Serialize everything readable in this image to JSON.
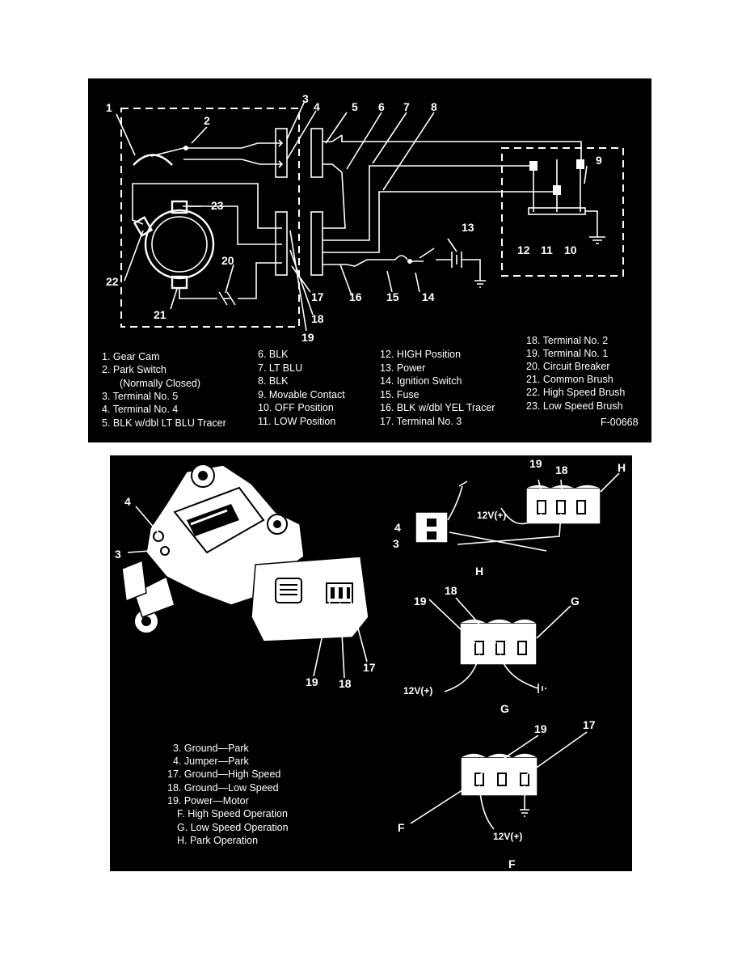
{
  "top_diagram": {
    "callouts": [
      "1",
      "2",
      "3",
      "4",
      "5",
      "6",
      "7",
      "8",
      "9",
      "10",
      "11",
      "12",
      "13",
      "14",
      "15",
      "16",
      "17",
      "18",
      "19",
      "20",
      "21",
      "22",
      "23"
    ],
    "legend_col1": [
      "1. Gear Cam",
      "2. Park Switch",
      "(Normally Closed)",
      "3. Terminal No. 5",
      "4. Terminal No. 4",
      "5. BLK w/dbl LT BLU Tracer"
    ],
    "legend_col2": [
      "6. BLK",
      "7. LT BLU",
      "8. BLK",
      "9. Movable Contact",
      "10. OFF Position",
      "11. LOW Position"
    ],
    "legend_col3": [
      "12. HIGH Position",
      "13. Power",
      "14. Ignition Switch",
      "15. Fuse",
      "16. BLK w/dbl YEL Tracer",
      "17. Terminal No. 3"
    ],
    "legend_col4": [
      "18. Terminal No. 2",
      "19. Terminal No. 1",
      "20. Circuit Breaker",
      "21. Common Brush",
      "22. High Speed Brush",
      "23. Low Speed Brush"
    ],
    "figure_code": "F-00668"
  },
  "bottom_diagram": {
    "motor_callouts": [
      "4",
      "3",
      "19",
      "18",
      "17"
    ],
    "view_h": {
      "num_19": "19",
      "num_18": "18",
      "letter": "H",
      "voltage": "12V(+)",
      "num_4": "4",
      "num_3": "3",
      "caption": "H"
    },
    "view_g": {
      "num_19": "19",
      "num_18": "18",
      "letter": "G",
      "voltage": "12V(+)",
      "caption": "G"
    },
    "view_f": {
      "num_19": "19",
      "num_17": "17",
      "letter": "F",
      "voltage": "12V(+)",
      "caption": "F"
    },
    "legend": [
      "3. Ground—Park",
      "4. Jumper—Park",
      "17. Ground—High Speed",
      "18. Ground—Low Speed",
      "19. Power—Motor",
      "F. High Speed Operation",
      "G. Low Speed Operation",
      "H. Park Operation"
    ]
  }
}
